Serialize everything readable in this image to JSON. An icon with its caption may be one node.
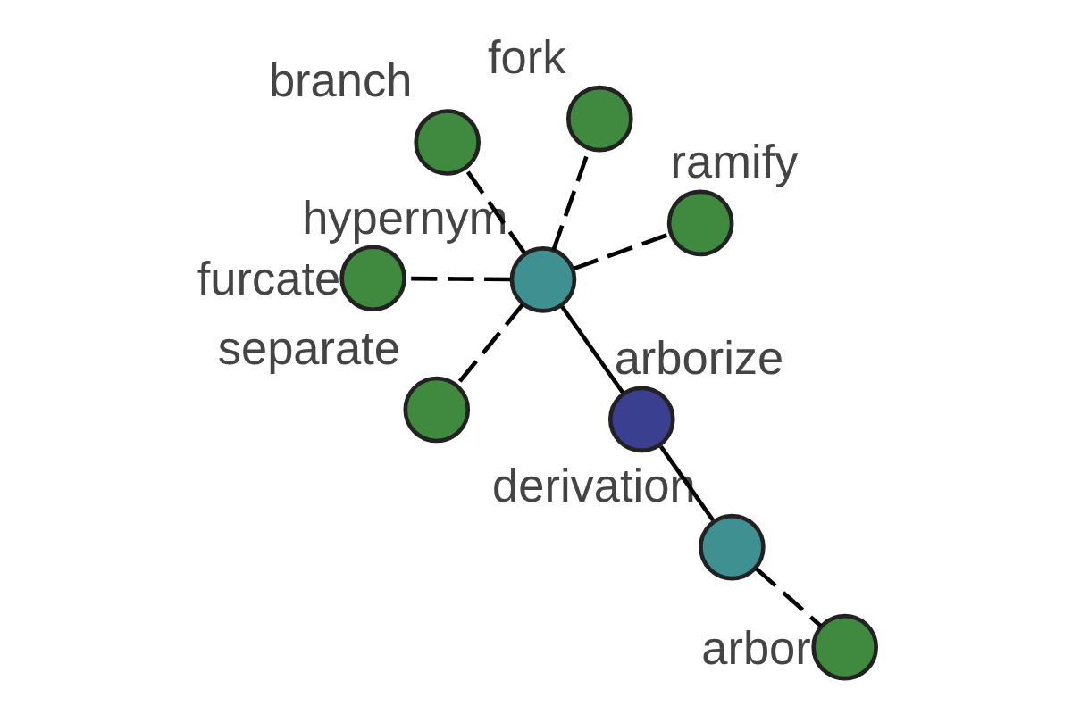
{
  "diagram": {
    "nodes": [
      {
        "text": [],
        "shape": "circle",
        "beside": [
          "fork"
        ]
      },
      {
        "text": [],
        "shape": "circle",
        "beside": [
          "derivation"
        ]
      },
      {
        "text": [],
        "shape": "circle",
        "beside": [
          "arbor"
        ]
      },
      {
        "text": [],
        "shape": "circle",
        "beside": [
          "separate"
        ]
      },
      {
        "text": [],
        "shape": "circle",
        "beside": [
          "arborize"
        ]
      },
      {
        "text": [],
        "shape": "circle",
        "beside": [
          "hypernym"
        ]
      },
      {
        "text": [],
        "shape": "circle",
        "beside": [
          "ramify"
        ]
      },
      {
        "text": [],
        "shape": "circle",
        "beside": [
          "branch"
        ]
      },
      {
        "text": [],
        "shape": "circle",
        "beside": [
          "furcate"
        ]
      }
    ],
    "edges": [
      {
        "from": 5,
        "to": 4,
        "arrow": "none"
      },
      {
        "from": 4,
        "to": 1,
        "arrow": "none"
      },
      {
        "from": 1,
        "to": 2,
        "arrow": "none",
        "style": "dashed"
      },
      {
        "from": 5,
        "to": 0,
        "arrow": "none",
        "style": "dashed"
      },
      {
        "from": 5,
        "to": 3,
        "arrow": "none",
        "style": "dashed"
      },
      {
        "from": 5,
        "to": 6,
        "arrow": "none",
        "style": "dashed"
      },
      {
        "from": 5,
        "to": 7,
        "arrow": "none",
        "style": "dashed"
      },
      {
        "from": 5,
        "to": 8,
        "arrow": "none",
        "style": "dashed"
      }
    ]
  }
}
